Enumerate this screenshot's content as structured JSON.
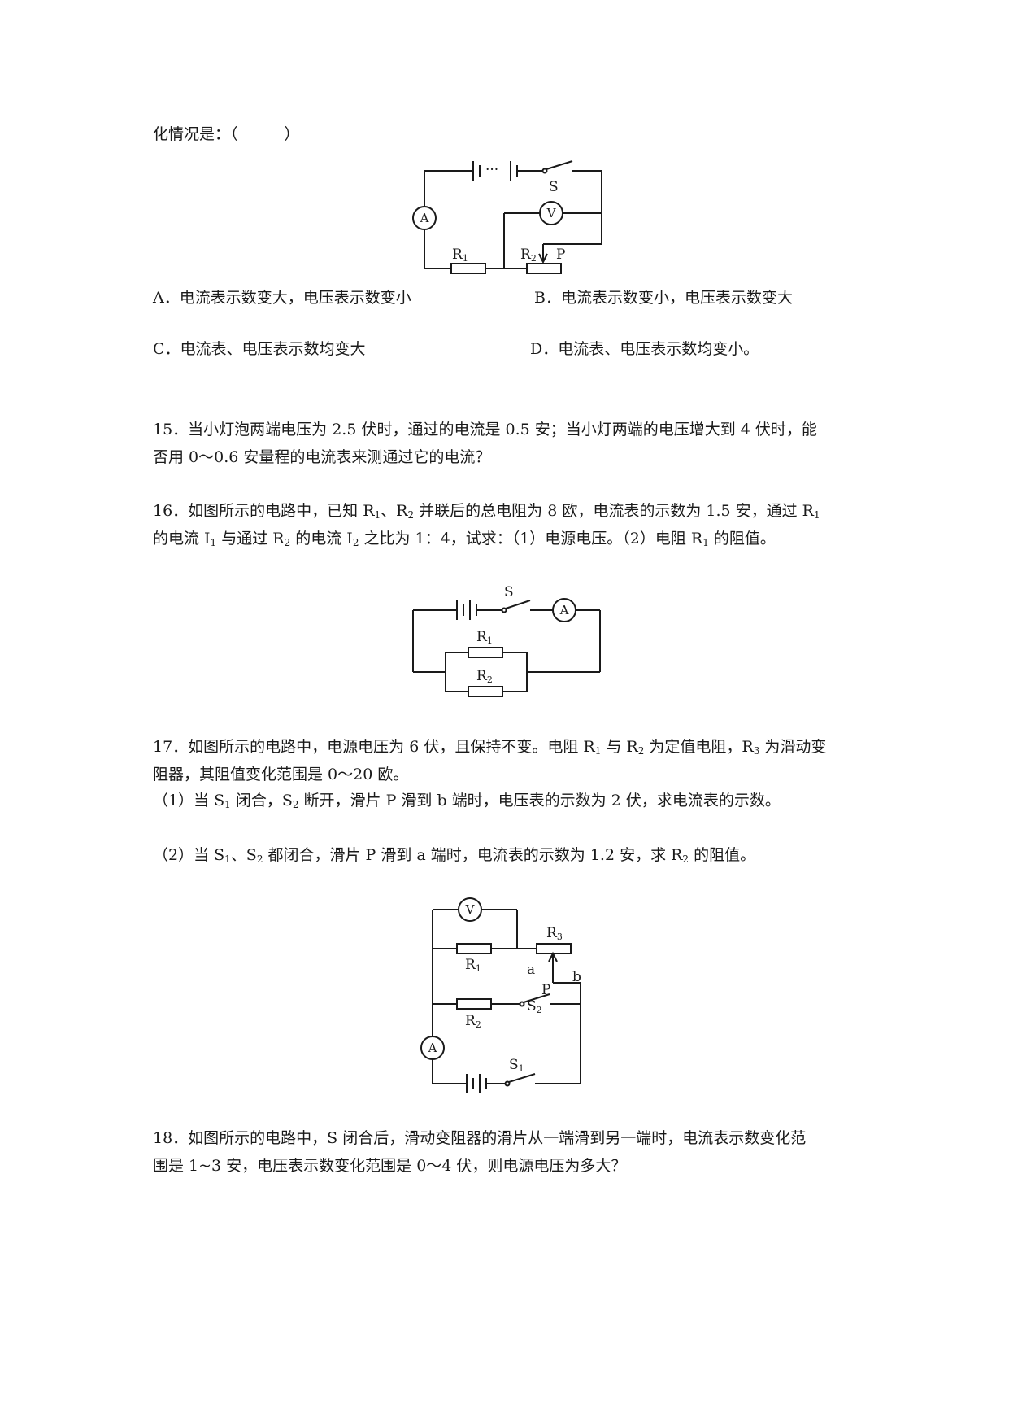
{
  "q14": {
    "stem_tail": "化情况是：（　　　）",
    "options": {
      "A": "A．电流表示数变大，电压表示数变小",
      "B": "B．电流表示数变小，电压表示数变大",
      "C": "C．电流表、电压表示数均变大",
      "D": "D．电流表、电压表示数均变小。"
    },
    "figure": {
      "battery": "┤├···├",
      "switch": "S",
      "ammeter": "A",
      "voltmeter": "V",
      "r1": "R",
      "r1_sub": "1",
      "r2": "R",
      "r2_sub": "2",
      "slider": "P"
    }
  },
  "q15": {
    "line1": "15．当小灯泡两端电压为 2.5 伏时，通过的电流是 0.5 安；当小灯两端的电压增大到 4 伏时，能",
    "line2": "否用 0～0.6 安量程的电流表来测通过它的电流？"
  },
  "q16": {
    "l1_a": "16．如图所示的电路中，已知 R",
    "l1_s1": "1",
    "l1_b": "、R",
    "l1_s2": "2",
    "l1_c": " 并联后的总电阻为 8 欧，电流表的示数为 1.5 安，通过 R",
    "l1_s3": "1",
    "l2_a": "的电流 I",
    "l2_s1": "1",
    "l2_b": " 与通过 R",
    "l2_s2": "2",
    "l2_c": " 的电流 I",
    "l2_s3": "2",
    "l2_d": " 之比为 1：4，试求：（1）电源电压。（2）电阻 R",
    "l2_s4": "1",
    "l2_e": " 的阻值。",
    "figure": {
      "switch": "S",
      "ammeter": "A",
      "r1": "R",
      "r1_sub": "1",
      "r2": "R",
      "r2_sub": "2"
    }
  },
  "q17": {
    "l1_a": "17．如图所示的电路中，电源电压为 6 伏，且保持不变。电阻 R",
    "l1_s1": "1",
    "l1_b": " 与 R",
    "l1_s2": "2",
    "l1_c": " 为定值电阻，R",
    "l1_s3": "3",
    "l1_d": " 为滑动变",
    "line2": "阻器，其阻值变化范围是 0～20 欧。",
    "p1_a": "（1）当 S",
    "p1_s1": "1",
    "p1_b": " 闭合，S",
    "p1_s2": "2",
    "p1_c": " 断开，滑片 P 滑到 b 端时，电压表的示数为 2 伏，求电流表的示数。",
    "p2_a": "（2）当 S",
    "p2_s1": "1",
    "p2_b": "、S",
    "p2_s2": "2",
    "p2_c": " 都闭合，滑片 P 滑到 a  端时，电流表的示数为 1.2 安，求 R",
    "p2_s3": "2",
    "p2_d": " 的阻值。",
    "figure": {
      "voltmeter": "V",
      "ammeter": "A",
      "r1": "R",
      "r1_sub": "1",
      "r2": "R",
      "r2_sub": "2",
      "r3": "R",
      "r3_sub": "3",
      "a": "a",
      "b": "b",
      "slider": "P",
      "s1": "S",
      "s1_sub": "1",
      "s2": "S",
      "s2_sub": "2"
    }
  },
  "q18": {
    "line1": "18．如图所示的电路中，S 闭合后，滑动变阻器的滑片从一端滑到另一端时，电流表示数变化范",
    "line2": "围是 1~3 安，电压表示数变化范围是 0～4 伏，则电源电压为多大？"
  }
}
